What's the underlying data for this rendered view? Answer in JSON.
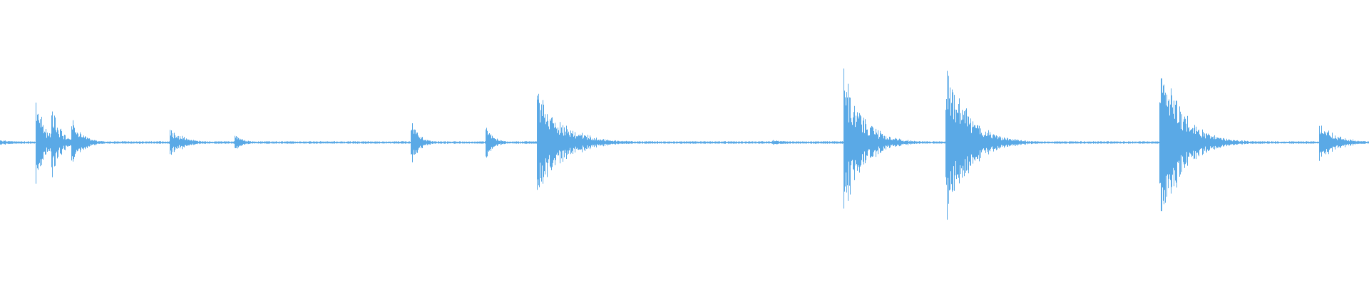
{
  "waveform": {
    "color": "#5aa9e6",
    "background": "#ffffff",
    "baseline_color": "#7fbfee",
    "transients": [
      {
        "t": 0.0,
        "peak": 0.03,
        "decay": 0.01
      },
      {
        "t": 0.0258,
        "peak": 0.55,
        "decay": 0.006
      },
      {
        "t": 0.0375,
        "peak": 0.42,
        "decay": 0.006
      },
      {
        "t": 0.052,
        "peak": 0.24,
        "decay": 0.008
      },
      {
        "t": 0.1235,
        "peak": 0.16,
        "decay": 0.01
      },
      {
        "t": 0.171,
        "peak": 0.1,
        "decay": 0.006
      },
      {
        "t": 0.2995,
        "peak": 0.24,
        "decay": 0.006
      },
      {
        "t": 0.3545,
        "peak": 0.17,
        "decay": 0.006
      },
      {
        "t": 0.392,
        "peak": 0.58,
        "decay": 0.018
      },
      {
        "t": 0.564,
        "peak": 0.03,
        "decay": 0.01
      },
      {
        "t": 0.616,
        "peak": 0.72,
        "decay": 0.014
      },
      {
        "t": 0.6905,
        "peak": 0.82,
        "decay": 0.016
      },
      {
        "t": 0.8465,
        "peak": 0.98,
        "decay": 0.016
      },
      {
        "t": 0.9635,
        "peak": 0.22,
        "decay": 0.012
      }
    ]
  }
}
